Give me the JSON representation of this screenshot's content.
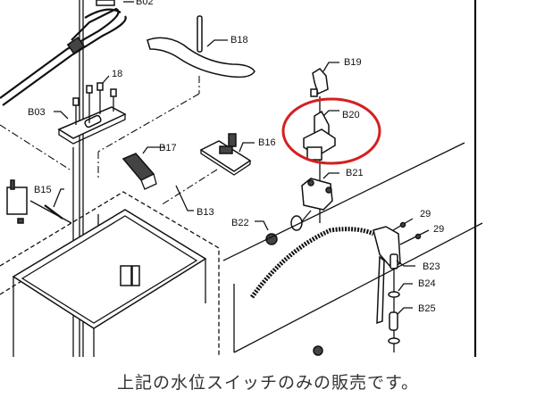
{
  "diagram": {
    "type": "exploded-parts-diagram",
    "subject": "washing machine water level switch assembly",
    "highlight": {
      "part": "B20",
      "shape": "ellipse",
      "color": "#d42020"
    },
    "parts": [
      {
        "id": "B02",
        "label": "B02"
      },
      {
        "id": "B03",
        "label": "B03"
      },
      {
        "id": "18",
        "label": "18"
      },
      {
        "id": "B13",
        "label": "B13"
      },
      {
        "id": "B15",
        "label": "B15"
      },
      {
        "id": "B16",
        "label": "B16"
      },
      {
        "id": "B17",
        "label": "B17"
      },
      {
        "id": "B18",
        "label": "B18"
      },
      {
        "id": "B19",
        "label": "B19"
      },
      {
        "id": "B20",
        "label": "B20"
      },
      {
        "id": "B21",
        "label": "B21"
      },
      {
        "id": "B22",
        "label": "B22"
      },
      {
        "id": "B23",
        "label": "B23"
      },
      {
        "id": "B24",
        "label": "B24"
      },
      {
        "id": "B25",
        "label": "B25"
      },
      {
        "id": "29a",
        "label": "29"
      },
      {
        "id": "29b",
        "label": "29"
      }
    ]
  },
  "caption": "上記の水位スイッチのみの販売です。"
}
